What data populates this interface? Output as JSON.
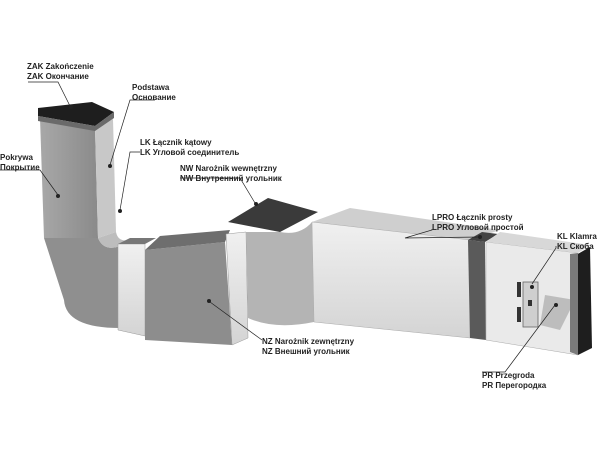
{
  "labels": {
    "zak": {
      "pl": "ZAK Zakończenie",
      "ru": "ZAK Окончание"
    },
    "podstawa": {
      "pl": "Podstawa",
      "ru": "Основание"
    },
    "pokrywa": {
      "pl": "Pokrywa",
      "ru": "Покрытие"
    },
    "lk": {
      "pl": "LK Łącznik kątowy",
      "ru": "LK Угловой соединитель"
    },
    "nw": {
      "pl": "NW Narożnik wewnętrzny",
      "ru": "NW Внутренний угольник"
    },
    "lpro": {
      "pl": "LPRO Łącznik prosty",
      "ru": "LPRO Угловой простой"
    },
    "kl": {
      "pl": "KL Klamra",
      "ru": "KL Скоба"
    },
    "nz": {
      "pl": "NZ Narożnik zewnętrzny",
      "ru": "NZ Внешний угольник"
    },
    "pr": {
      "pl": "PR Przegroda",
      "ru": "PR Перегородка"
    }
  },
  "colors": {
    "duct": "#9c9c9c",
    "cover": "#e6e6e6",
    "cap": "#1e1e1e",
    "connector": "#5a5a5a"
  }
}
